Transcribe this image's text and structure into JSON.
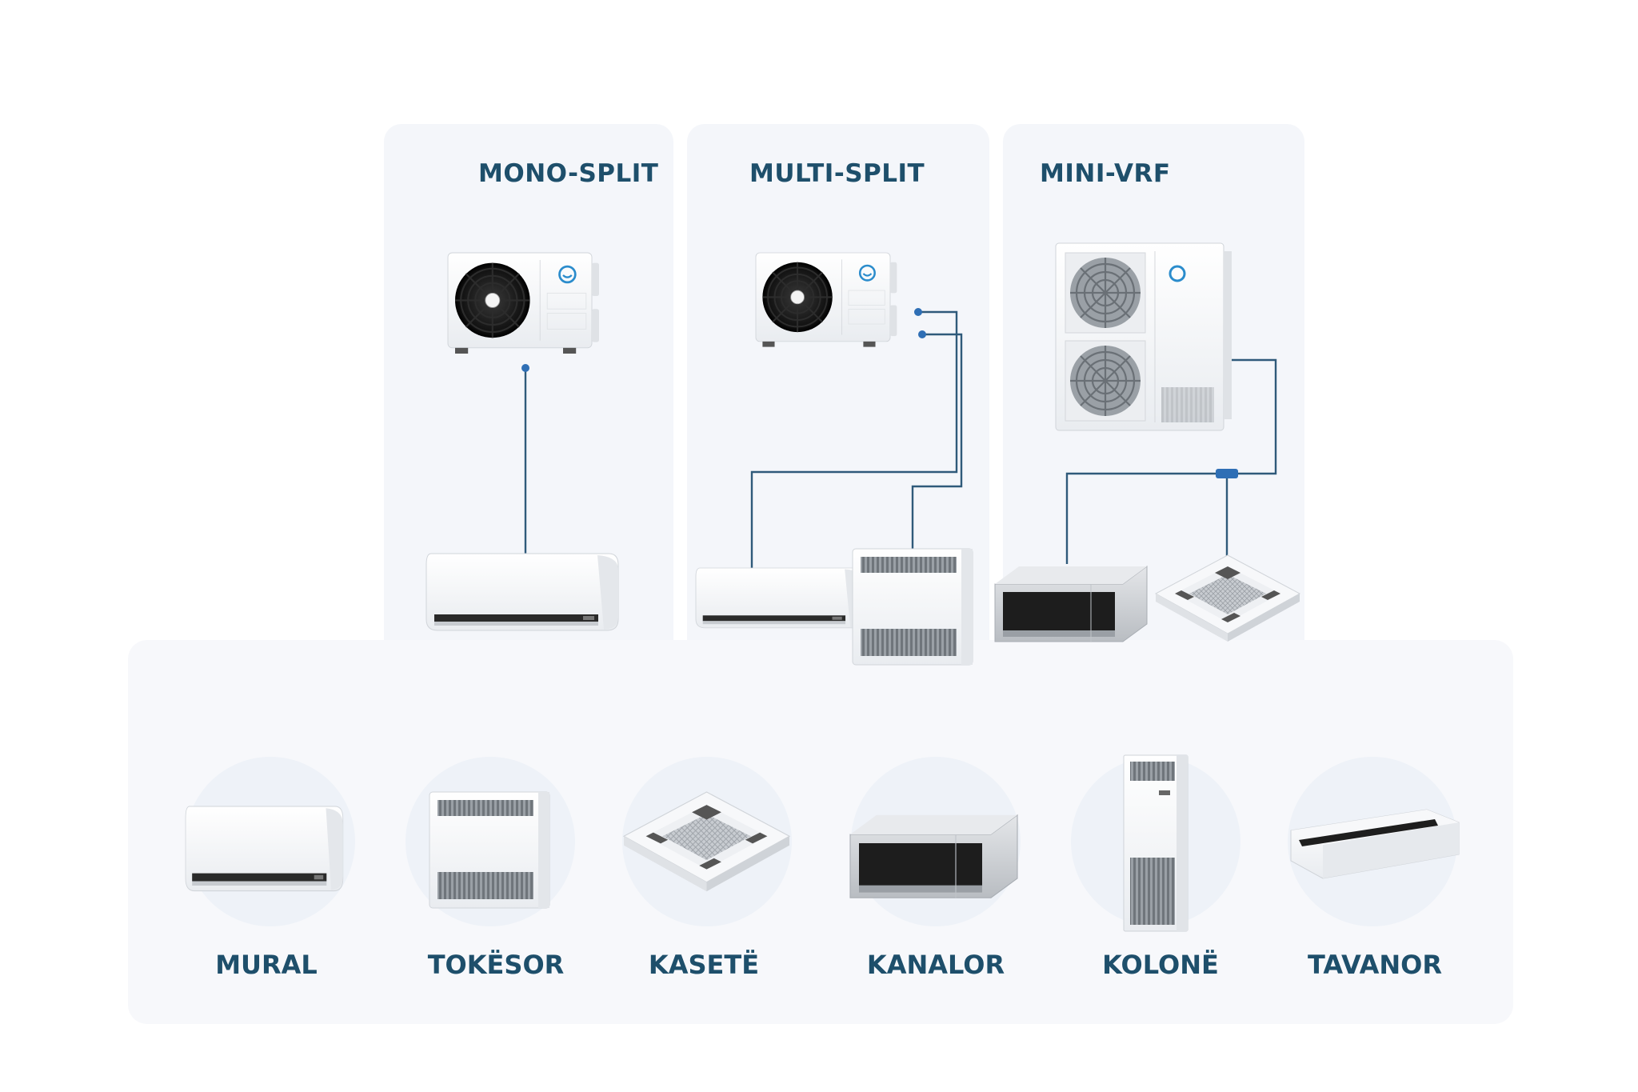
{
  "colors": {
    "label": "#1e4f6b",
    "pipe": "#2f5a7a",
    "node": "#2f6fb5",
    "panel_bg": "#f4f6fa",
    "bottom_bg": "#f7f8fb",
    "circle_bg": "#eef2f8",
    "logo": "#2b8ccc"
  },
  "systems": [
    {
      "label": "MONO-SPLIT"
    },
    {
      "label": "MULTI-SPLIT"
    },
    {
      "label": "MINI-VRF"
    }
  ],
  "unit_types": [
    {
      "label": "MURAL",
      "icon": "wall-mounted-unit-icon"
    },
    {
      "label": "TOKËSOR",
      "icon": "floor-console-unit-icon"
    },
    {
      "label": "KASETË",
      "icon": "cassette-unit-icon"
    },
    {
      "label": "KANALOR",
      "icon": "ducted-unit-icon"
    },
    {
      "label": "KOLONË",
      "icon": "floor-standing-column-unit-icon"
    },
    {
      "label": "TAVANOR",
      "icon": "ceiling-unit-icon"
    }
  ]
}
